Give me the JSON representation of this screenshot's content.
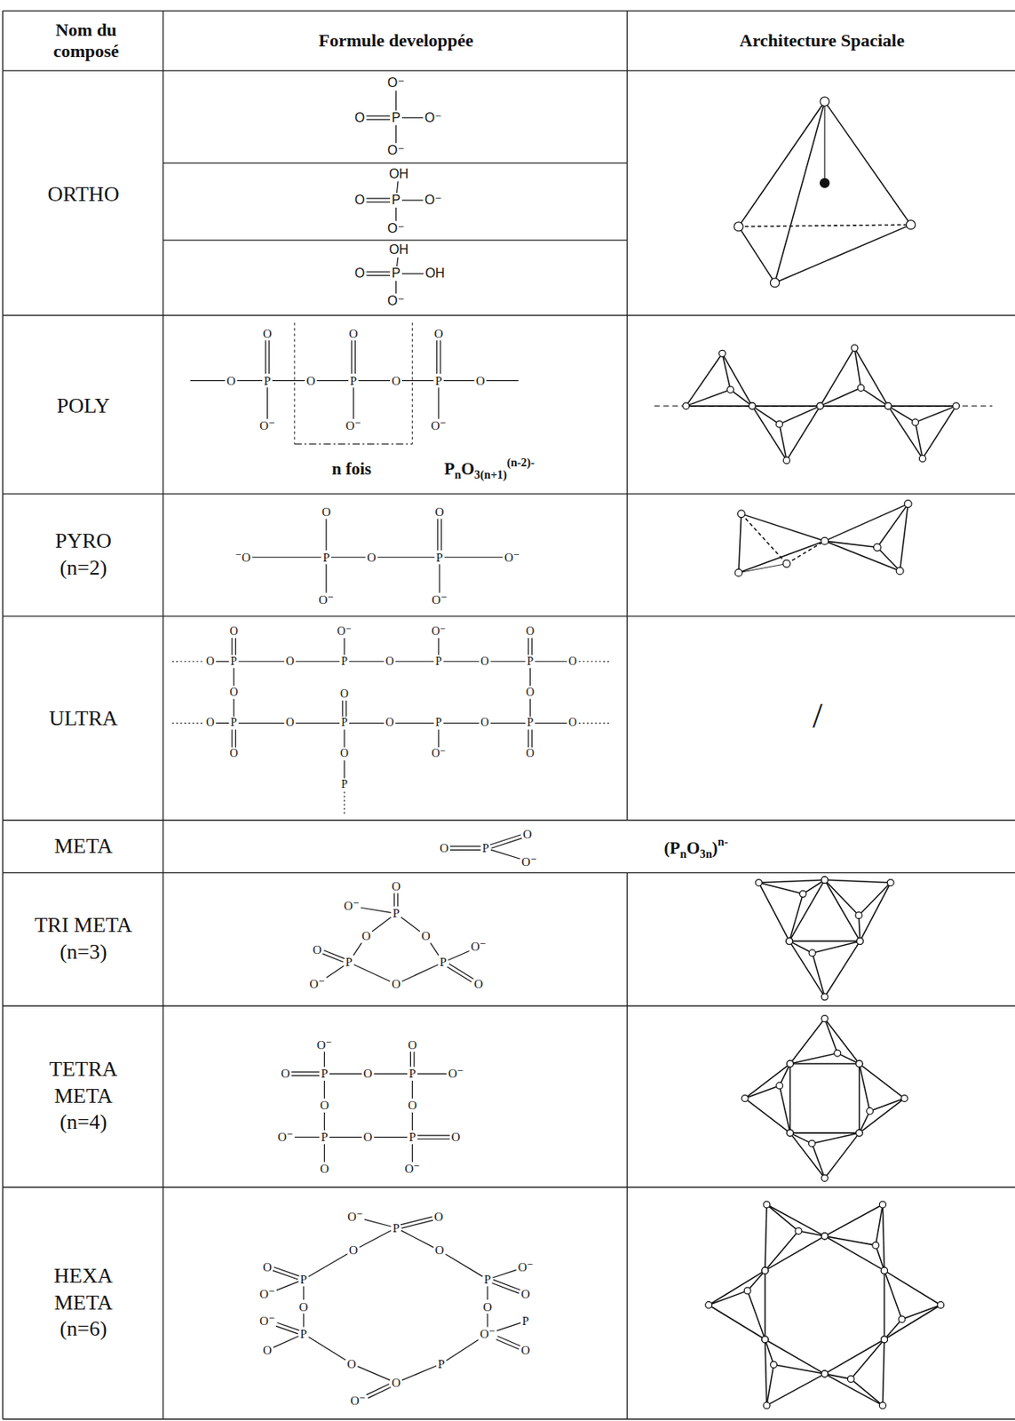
{
  "diagram": {
    "labels": [
      "Nom du composé",
      "Formule developpée",
      "Architecture Spaciale",
      "ORTHO",
      "O⁻",
      "O",
      "P",
      "O⁻",
      "O⁻",
      "OH",
      "O",
      "P",
      "O⁻",
      "O⁻",
      "OH",
      "O",
      "P",
      "OH",
      "O⁻",
      "POLY",
      "O",
      "O",
      "O",
      "O",
      "P",
      "O",
      "P",
      "O",
      "P",
      "O",
      "O⁻",
      "O⁻",
      "O⁻",
      "n fois",
      "P",
      "n",
      "O",
      "3(n+1)",
      "(n-2)-",
      "PYRO (n=2)",
      "O",
      "O",
      "⁻O",
      "P",
      "O",
      "P",
      "O⁻",
      "O⁻",
      "O⁻",
      "ULTRA",
      "O",
      "O⁻",
      "O⁻",
      "O",
      "O",
      "P",
      "O",
      "P",
      "O",
      "P",
      "O",
      "P",
      "O",
      "O",
      "O",
      "O",
      "O",
      "P",
      "O",
      "P",
      "O",
      "P",
      "O",
      "P",
      "O",
      "O",
      "O",
      "O⁻",
      "O",
      "P",
      "/",
      "META",
      "O",
      "O",
      "P",
      "O⁻",
      "(P",
      "n",
      "O",
      "3n",
      ")",
      "n-",
      "TRI META (n=3)",
      "O",
      "O⁻",
      "P",
      "O",
      "O",
      "O",
      "O⁻",
      "P",
      "P",
      "O⁻",
      "O",
      "O",
      "TETRA META (n=4)",
      "O⁻",
      "O",
      "O",
      "P",
      "O",
      "P",
      "O⁻",
      "O",
      "O",
      "O⁻",
      "P",
      "O",
      "P",
      "O",
      "O",
      "O⁻",
      "HEXA META (n=6)",
      "O⁻",
      "P",
      "O",
      "O",
      "O",
      "O",
      "O⁻",
      "P",
      "P",
      "O⁻",
      "O",
      "O",
      "O",
      "O⁻",
      "P",
      "P",
      "O⁻",
      "O",
      "O",
      "O",
      "P",
      "O",
      "O⁻"
    ]
  }
}
